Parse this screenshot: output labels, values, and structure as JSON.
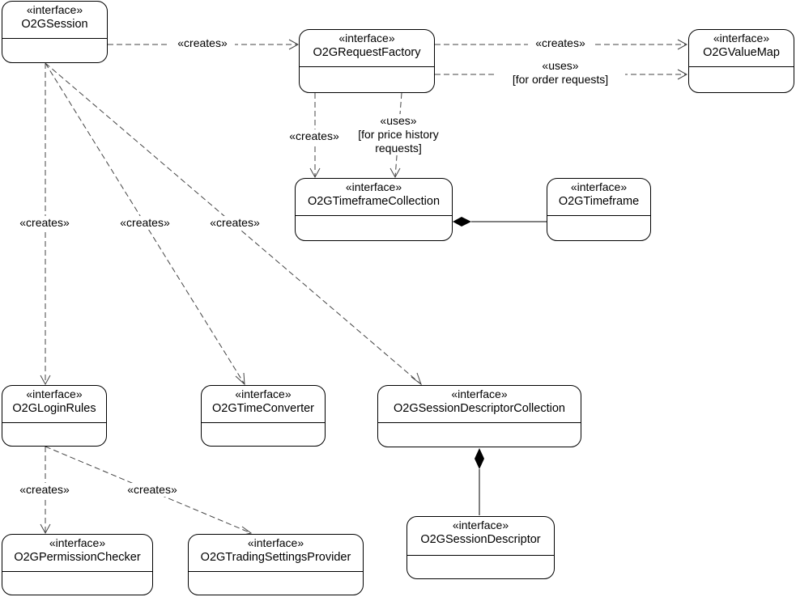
{
  "nodes": {
    "session": {
      "stereotype": "«interface»",
      "name": "O2GSession"
    },
    "request_factory": {
      "stereotype": "«interface»",
      "name": "O2GRequestFactory"
    },
    "value_map": {
      "stereotype": "«interface»",
      "name": "O2GValueMap"
    },
    "timeframe_collection": {
      "stereotype": "«interface»",
      "name": "O2GTimeframeCollection"
    },
    "timeframe": {
      "stereotype": "«interface»",
      "name": "O2GTimeframe"
    },
    "login_rules": {
      "stereotype": "«interface»",
      "name": "O2GLoginRules"
    },
    "time_converter": {
      "stereotype": "«interface»",
      "name": "O2GTimeConverter"
    },
    "session_descriptor_collection": {
      "stereotype": "«interface»",
      "name": "O2GSessionDescriptorCollection"
    },
    "session_descriptor": {
      "stereotype": "«interface»",
      "name": "O2GSessionDescriptor"
    },
    "permission_checker": {
      "stereotype": "«interface»",
      "name": "O2GPermissionChecker"
    },
    "trading_settings_provider": {
      "stereotype": "«interface»",
      "name": "O2GTradingSettingsProvider"
    }
  },
  "edges": {
    "session_to_factory": "«creates»",
    "factory_to_valuemap_creates": "«creates»",
    "factory_to_valuemap_uses": "«uses»\n[for order requests]",
    "factory_to_tfcollection_creates": "«creates»",
    "factory_to_tfcollection_uses": "«uses»\n[for price history\nrequests]",
    "session_to_loginrules": "«creates»",
    "session_to_timeconverter": "«creates»",
    "session_to_sdcollection": "«creates»",
    "loginrules_to_permission": "«creates»",
    "loginrules_to_trading": "«creates»"
  }
}
